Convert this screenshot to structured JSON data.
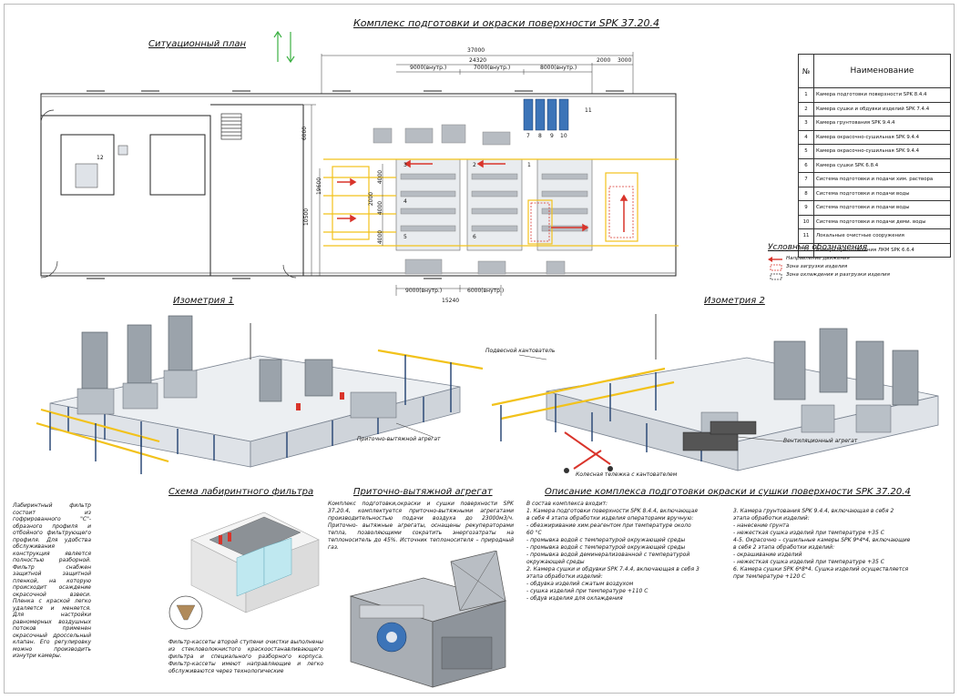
{
  "title": "Комплекс подготовки и окраски поверхности SPK 37.20.4",
  "plan": {
    "heading": "Ситуационный план",
    "dims": [
      "37000",
      "24320",
      "9000(внутр.)",
      "7000(внутр.)",
      "8000(внутр.)",
      "2000",
      "3000",
      "6000",
      "19600",
      "10500",
      "4000",
      "2000",
      "4000",
      "4000",
      "9000(внутр.)",
      "6000(внутр.)",
      "15240"
    ],
    "markers": [
      "1",
      "2",
      "3",
      "4",
      "5",
      "6",
      "7",
      "8",
      "9",
      "10",
      "11",
      "12"
    ]
  },
  "table": {
    "col_no": "№",
    "col_name": "Наименование",
    "rows": [
      {
        "n": "1",
        "name": "Камера подготовки поверхности SPK 8.4.4"
      },
      {
        "n": "2",
        "name": "Камера сушки и обдувки изделий SPK 7.4.4"
      },
      {
        "n": "3",
        "name": "Камера грунтования SPK 9.4.4"
      },
      {
        "n": "4",
        "name": "Камера окрасочно-сушильная SPK 9.4.4"
      },
      {
        "n": "5",
        "name": "Камера окрасочно-сушильная SPK 9.4.4"
      },
      {
        "n": "6",
        "name": "Камера сушки SPK 6.8.4"
      },
      {
        "n": "7",
        "name": "Система подготовки и подачи хим. раствора"
      },
      {
        "n": "8",
        "name": "Система подготовки и подачи воды"
      },
      {
        "n": "9",
        "name": "Система подготовки и подачи воды"
      },
      {
        "n": "10",
        "name": "Система подготовки и подачи деми. воды"
      },
      {
        "n": "11",
        "name": "Локальные очистные сооружения"
      },
      {
        "n": "12",
        "name": "Камера приготовления ЛКМ SPK 6.6.4"
      }
    ]
  },
  "legend": {
    "heading": "Условные обозначения",
    "items": [
      "Направление движения",
      "Зона загрузки изделия",
      "Зона охлаждения и разгрузки изделия"
    ]
  },
  "iso1": {
    "heading": "Изометрия 1",
    "label": "Приточно-вытяжной агрегат"
  },
  "iso2": {
    "heading": "Изометрия 2",
    "labels": [
      "Подвесной кантователь",
      "Вентиляционный агрегат",
      "Колесная тележка с кантователем"
    ]
  },
  "labyrinth": {
    "heading": "Схема лабиринтного фильтра",
    "text": "Лабиринтный фильтр состоит из гофрированного \"С\"-образного профиля и отбойного фильтрующего профиля. Для удобства обслуживания конструкция является полностью разборной. Фильтр снабжен защитной защитной пленкой, на которую происходит осаждение окрасочной взвеси. Пленка с краской легко удаляется и меняется. Для настройки равномерных воздушных потоков применен окрасочный дроссельный клапан. Его регулировку можно производить изнутри камеры.",
    "cassette_text": "Фильтр-кассеты второй ступени очистки выполнены из стекловолокнистого краскоостанавливающего фильтра и специального разборного корпуса. Фильтр-кассеты имеют направляющие и легко обслуживаются через технологические"
  },
  "ahu": {
    "heading": "Приточно-вытяжной агрегат",
    "text": "Комплекс подготовки,окраски и сушки поверхности SPK 37.20.4, комплектуется приточно-вытяжными агрегатами производительностью подачи воздуха до 23000м3/ч. Приточно- вытяжные агрегаты, оснащены рекуператорами тепла, позволяющими сократить энергозатраты на теплоноситель до 45%. Источник теплоносителя – природный газ."
  },
  "desc": {
    "heading": "Описание комплекса подготовки окраски и сушки поверхности SPK 37.20.4",
    "col1": [
      "В состав комплекса входит:",
      "1. Камера подготовки поверхности SPK 8.4.4, включающая",
      "в себя 4 этапа обработки изделия операторами вручную:",
      "  - обезжиривание хим.реагентом при температуре около",
      "60 °С",
      "  - промывка водой с температурой окружающей среды",
      "  - промывка водой с температурой окружающей среды",
      "  - промывка водой деминерализованной с температурой",
      "окружающей среды",
      "2. Камера сушки и обдувки SPK 7.4.4, включающая в себя 3",
      "этапа обработки изделий:",
      "  - обдувка изделий сжатым воздухом",
      "  - сушка изделий при температуре +110 С",
      "  - обдув изделия для охлаждения"
    ],
    "col2": [
      "3. Камера грунтования SPK 9.4.4, включающая в себя 2",
      "этапа обработки изделий:",
      "  - нанесение грунта",
      "  - нежесткая сушка изделий при температуре +35 С",
      "4-5. Окрасочно – сушильные камеры SPK 9*4*4, включающие",
      "в себя 2 этапа обработки изделий:",
      "  - окрашивание изделий",
      "  - нежесткая сушка изделий при температуре +35 С",
      "6. Камера сушки SPK 6*8*4. Сушка изделий осуществляется",
      "при температуре +120 С"
    ]
  },
  "colors": {
    "booth": "#dfe3e8",
    "panel": "#b7bcc2",
    "frame": "#f2c21b",
    "arrow": "#d9342b",
    "post": "#2d4b78",
    "tank": "#3c74b8"
  }
}
